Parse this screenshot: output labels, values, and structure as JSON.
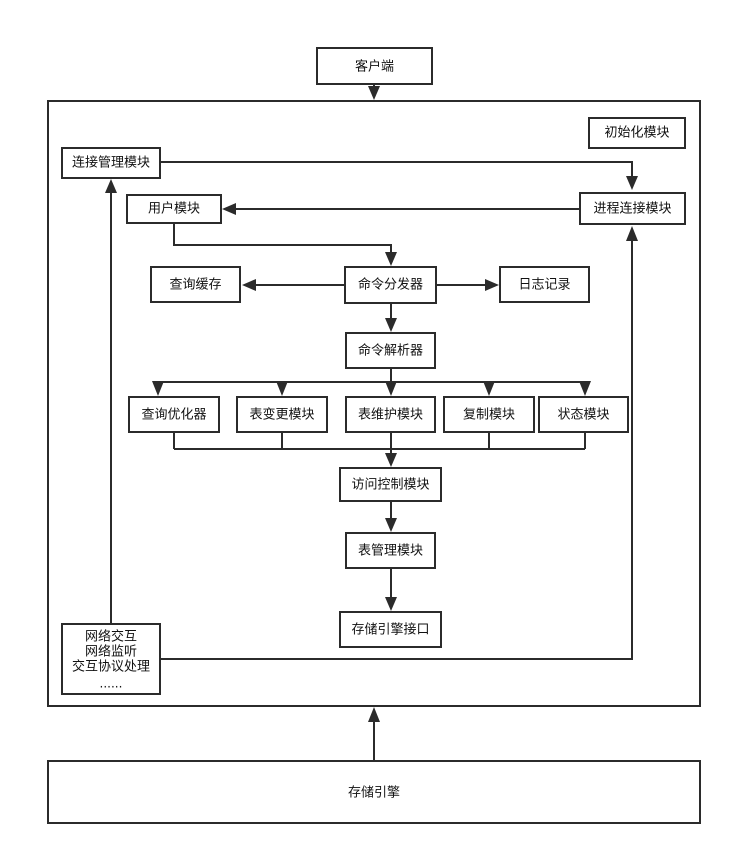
{
  "nodes": {
    "client": "客户端",
    "init_module": "初始化模块",
    "connection_mgmt": "连接管理模块",
    "user_module": "用户模块",
    "thread_connection": "进程连接模块",
    "query_cache": "查询缓存",
    "command_dispatcher": "命令分发器",
    "logging": "日志记录",
    "command_parser": "命令解析器",
    "query_optimizer": "查询优化器",
    "table_change": "表变更模块",
    "table_maintenance": "表维护模块",
    "replication": "复制模块",
    "status": "状态模块",
    "access_control": "访问控制模块",
    "table_mgmt": "表管理模块",
    "storage_interface": "存储引擎接口",
    "network": {
      "lines": [
        "网络交互",
        "网络监听",
        "交互协议处理",
        "......"
      ]
    },
    "storage_engine": "存储引擎"
  }
}
